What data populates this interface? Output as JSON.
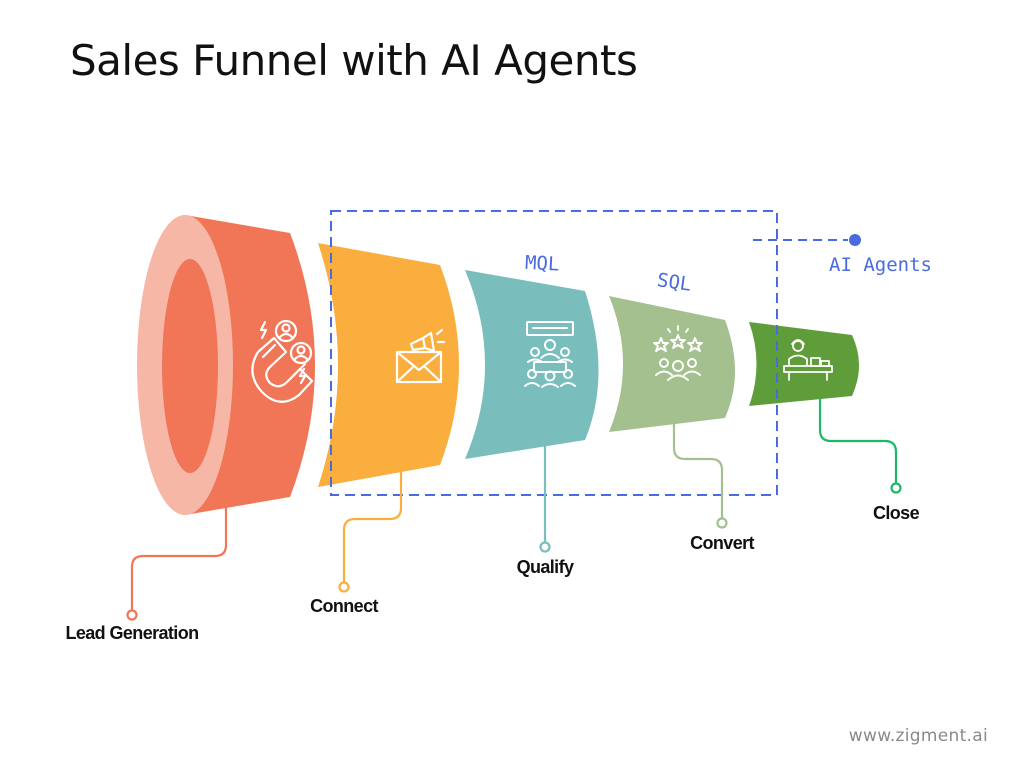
{
  "title": "Sales Funnel with AI Agents",
  "footer": "www.zigment.ai",
  "ai_agents_label": "AI Agents",
  "stages": [
    {
      "name": "Lead Generation",
      "icon": "magnet-people-icon",
      "color": "#F07657"
    },
    {
      "name": "Connect",
      "icon": "megaphone-envelope-icon",
      "color": "#F9AE3D"
    },
    {
      "name": "Qualify",
      "icon": "meeting-presentation-icon",
      "color": "#79BDBD",
      "tag": "MQL"
    },
    {
      "name": "Convert",
      "icon": "stars-group-icon",
      "color": "#A4C08F",
      "tag": "SQL"
    },
    {
      "name": "Close",
      "icon": "salesperson-counter-icon",
      "color": "#5F9D3A"
    }
  ],
  "colors": {
    "ai_box": "#4A6BE0",
    "lead_rim": "#F7B7A6",
    "close_connector": "#1FB86B"
  }
}
